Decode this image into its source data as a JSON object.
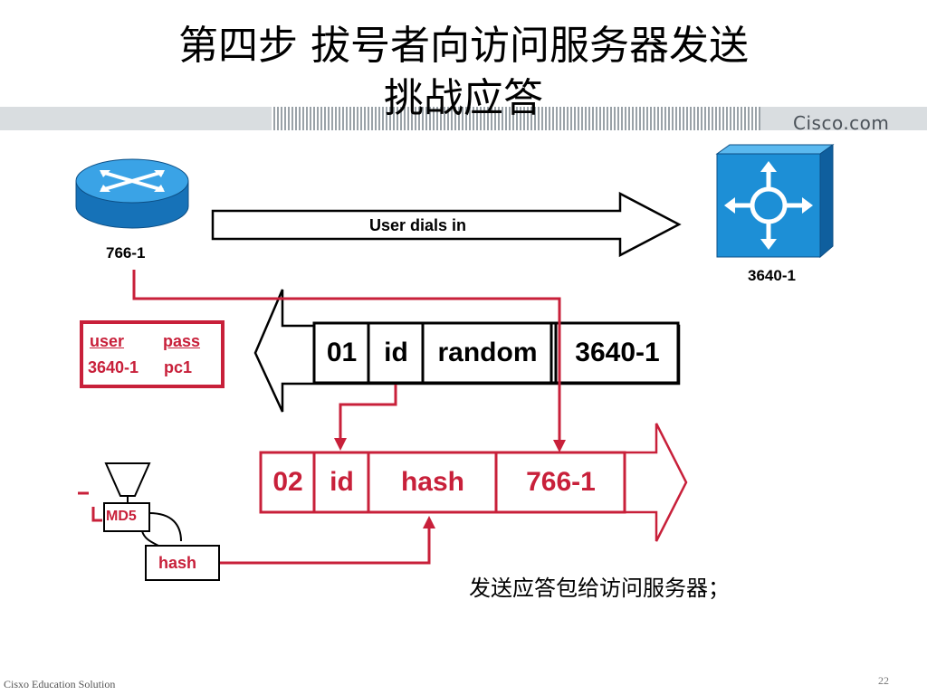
{
  "title": {
    "line1": "第四步 拔号者向访问服务器发送",
    "line2": "挑战应答"
  },
  "brand": {
    "logo_text": "Cisco.com",
    "footer": "Cisxo Education Solution",
    "page_number": "22"
  },
  "colors": {
    "accent_red": "#c8203a",
    "device_blue": "#1d8fd6",
    "band_gray": "#d9dde0"
  },
  "devices": {
    "router": {
      "label": "766-1",
      "icon": "router-icon"
    },
    "server": {
      "label": "3640-1",
      "icon": "access-server-icon"
    }
  },
  "arrow_top": {
    "label": "User dials in"
  },
  "credentials": {
    "col1_header": "user",
    "col2_header": "pass",
    "col1_value": "3640-1",
    "col2_value": "pc1"
  },
  "challenge_packet": [
    "01",
    "id",
    "random",
    "3640-1"
  ],
  "response_packet": [
    "02",
    "id",
    "hash",
    "766-1"
  ],
  "md5": {
    "label": "MD5",
    "output": "hash"
  },
  "caption": "发送应答包给访问服务器；"
}
